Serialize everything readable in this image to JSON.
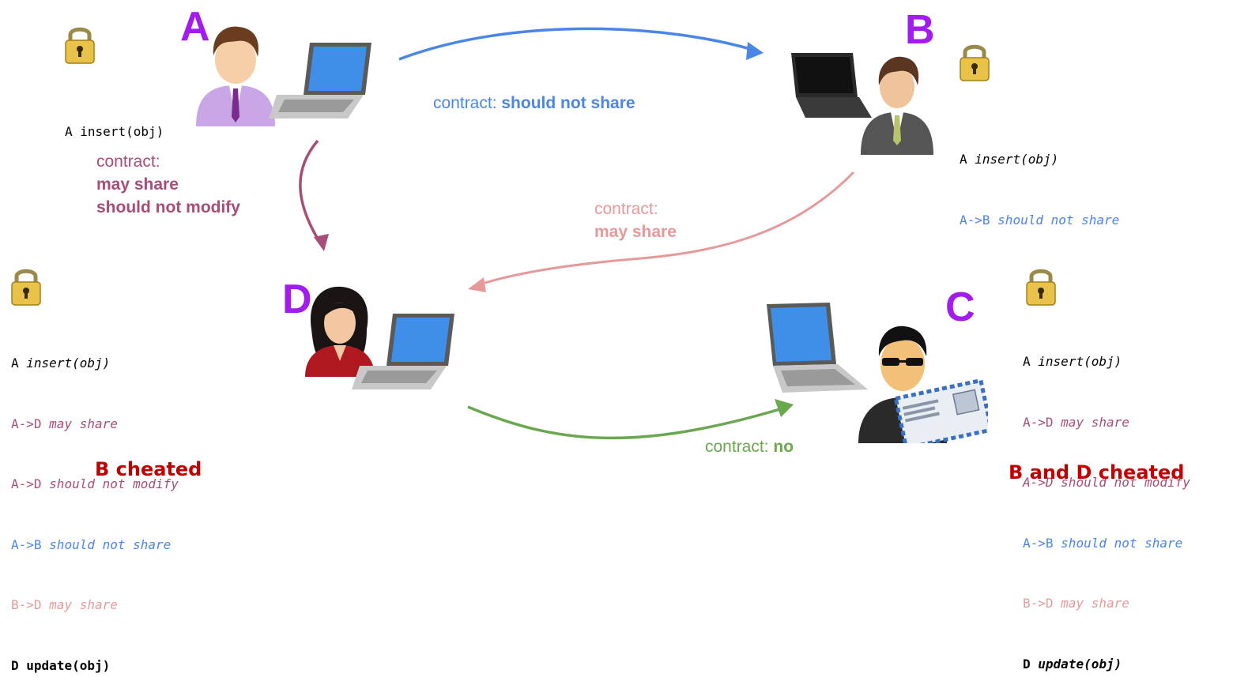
{
  "colors": {
    "purple_label": "#a21cf0",
    "blue": "#4a86e8",
    "mauve": "#a64d79",
    "pink": "#e6999a",
    "green": "#6aa84f",
    "red": "#c00000"
  },
  "nodes": {
    "A": {
      "label": "A",
      "avatar": "businessman-icon",
      "device": "laptop-icon"
    },
    "B": {
      "label": "B",
      "avatar": "businessman-icon",
      "device": "laptop-icon"
    },
    "C": {
      "label": "C",
      "avatar": "spy-with-badge-icon",
      "device": "laptop-icon"
    },
    "D": {
      "label": "D",
      "avatar": "businesswoman-icon",
      "device": "laptop-icon"
    }
  },
  "edges": {
    "a_to_b": {
      "prefix": "contract: ",
      "terms": "should not share"
    },
    "a_to_d": {
      "prefix": "contract:",
      "term1": "may share",
      "term2": "should not modify"
    },
    "b_to_d": {
      "prefix": "contract:",
      "term1": "may share"
    },
    "d_to_c": {
      "prefix": "contract: ",
      "terms": "no"
    }
  },
  "logs": {
    "A": {
      "lines": [
        {
          "actor": "A",
          "text": "insert(obj)",
          "italic": false
        }
      ]
    },
    "B": {
      "lines": [
        {
          "actor": "A",
          "text": "insert(obj)"
        },
        {
          "actor": "A->B",
          "text": "should not share"
        }
      ]
    },
    "D": {
      "lines": [
        {
          "actor": "A",
          "text": "insert(obj)"
        },
        {
          "actor": "A->D",
          "text": "may share"
        },
        {
          "actor": "A->D",
          "text": "should not modify"
        },
        {
          "actor": "A->B",
          "text": "should not share"
        },
        {
          "actor": "B->D",
          "text": "may share"
        },
        {
          "actor": "D",
          "text": "update(obj)"
        }
      ]
    },
    "C": {
      "lines": [
        {
          "actor": "A",
          "text": "insert(obj)"
        },
        {
          "actor": "A->D",
          "text": "may share"
        },
        {
          "actor": "A->D",
          "text": "should not modify"
        },
        {
          "actor": "A->B",
          "text": "should not share"
        },
        {
          "actor": "B->D",
          "text": "may share"
        },
        {
          "actor": "D",
          "text": "update(obj)"
        }
      ]
    }
  },
  "verdicts": {
    "D": "B cheated",
    "C": "B and D cheated"
  },
  "lock_icon": "padlock-icon"
}
